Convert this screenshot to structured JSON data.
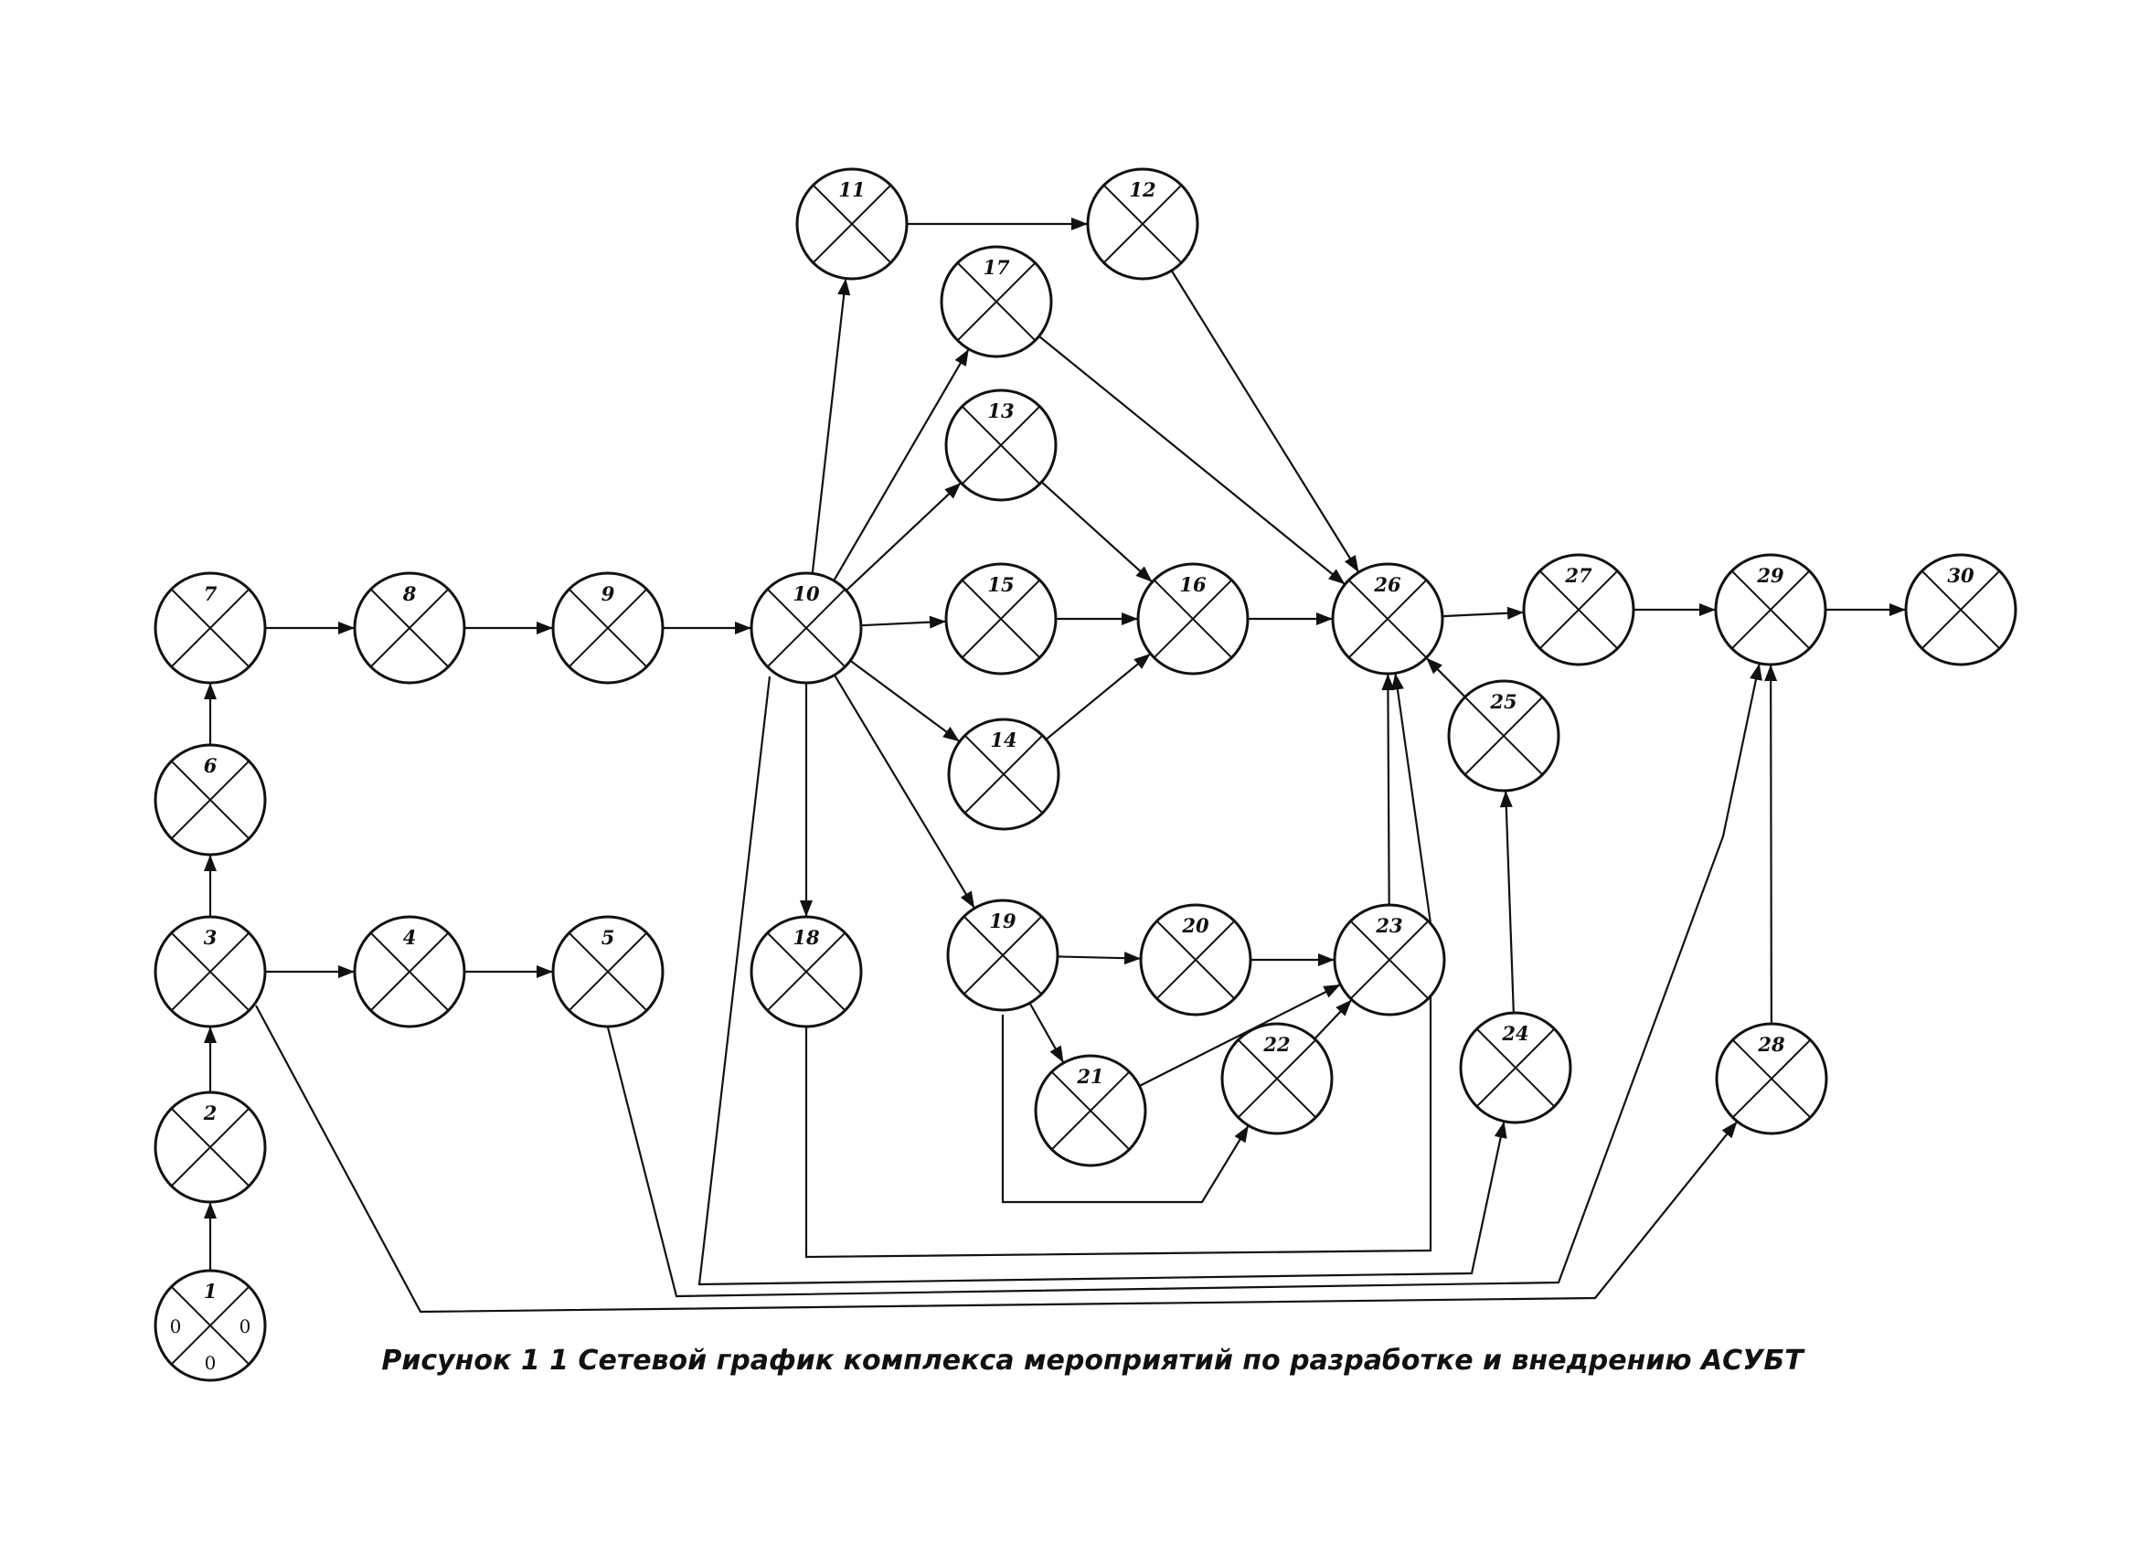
{
  "caption": "Рисунок 1 1 Сетевой график комплекса мероприятий по разработке и внедрению АСУБТ",
  "nodes": [
    {
      "id": "1",
      "label": "1",
      "sectors": {
        "left": "0",
        "right": "0",
        "bottom": "0"
      }
    },
    {
      "id": "2",
      "label": "2"
    },
    {
      "id": "3",
      "label": "3"
    },
    {
      "id": "4",
      "label": "4"
    },
    {
      "id": "5",
      "label": "5"
    },
    {
      "id": "6",
      "label": "6"
    },
    {
      "id": "7",
      "label": "7"
    },
    {
      "id": "8",
      "label": "8"
    },
    {
      "id": "9",
      "label": "9"
    },
    {
      "id": "10",
      "label": "10"
    },
    {
      "id": "11",
      "label": "11"
    },
    {
      "id": "12",
      "label": "12"
    },
    {
      "id": "13",
      "label": "13"
    },
    {
      "id": "14",
      "label": "14"
    },
    {
      "id": "15",
      "label": "15"
    },
    {
      "id": "16",
      "label": "16"
    },
    {
      "id": "17",
      "label": "17"
    },
    {
      "id": "18",
      "label": "18"
    },
    {
      "id": "19",
      "label": "19"
    },
    {
      "id": "20",
      "label": "20"
    },
    {
      "id": "21",
      "label": "21"
    },
    {
      "id": "22",
      "label": "22"
    },
    {
      "id": "23",
      "label": "23"
    },
    {
      "id": "24",
      "label": "24"
    },
    {
      "id": "25",
      "label": "25"
    },
    {
      "id": "26",
      "label": "26"
    },
    {
      "id": "27",
      "label": "27"
    },
    {
      "id": "28",
      "label": "28"
    },
    {
      "id": "29",
      "label": "29"
    },
    {
      "id": "30",
      "label": "30"
    }
  ],
  "edges": [
    [
      "1",
      "2"
    ],
    [
      "2",
      "3"
    ],
    [
      "3",
      "6"
    ],
    [
      "6",
      "7"
    ],
    [
      "3",
      "4"
    ],
    [
      "4",
      "5"
    ],
    [
      "7",
      "8"
    ],
    [
      "8",
      "9"
    ],
    [
      "9",
      "10"
    ],
    [
      "10",
      "11"
    ],
    [
      "10",
      "17"
    ],
    [
      "10",
      "13"
    ],
    [
      "10",
      "15"
    ],
    [
      "10",
      "14"
    ],
    [
      "10",
      "18"
    ],
    [
      "10",
      "19"
    ],
    [
      "11",
      "12"
    ],
    [
      "12",
      "26"
    ],
    [
      "17",
      "26"
    ],
    [
      "13",
      "16"
    ],
    [
      "15",
      "16"
    ],
    [
      "14",
      "16"
    ],
    [
      "16",
      "26"
    ],
    [
      "19",
      "20"
    ],
    [
      "19",
      "21"
    ],
    [
      "19",
      "22"
    ],
    [
      "20",
      "23"
    ],
    [
      "21",
      "23"
    ],
    [
      "22",
      "23"
    ],
    [
      "23",
      "26"
    ],
    [
      "18",
      "26"
    ],
    [
      "10",
      "24"
    ],
    [
      "5",
      "29"
    ],
    [
      "3",
      "28"
    ],
    [
      "24",
      "25"
    ],
    [
      "25",
      "26"
    ],
    [
      "28",
      "29"
    ],
    [
      "26",
      "27"
    ],
    [
      "27",
      "29"
    ],
    [
      "29",
      "30"
    ]
  ]
}
